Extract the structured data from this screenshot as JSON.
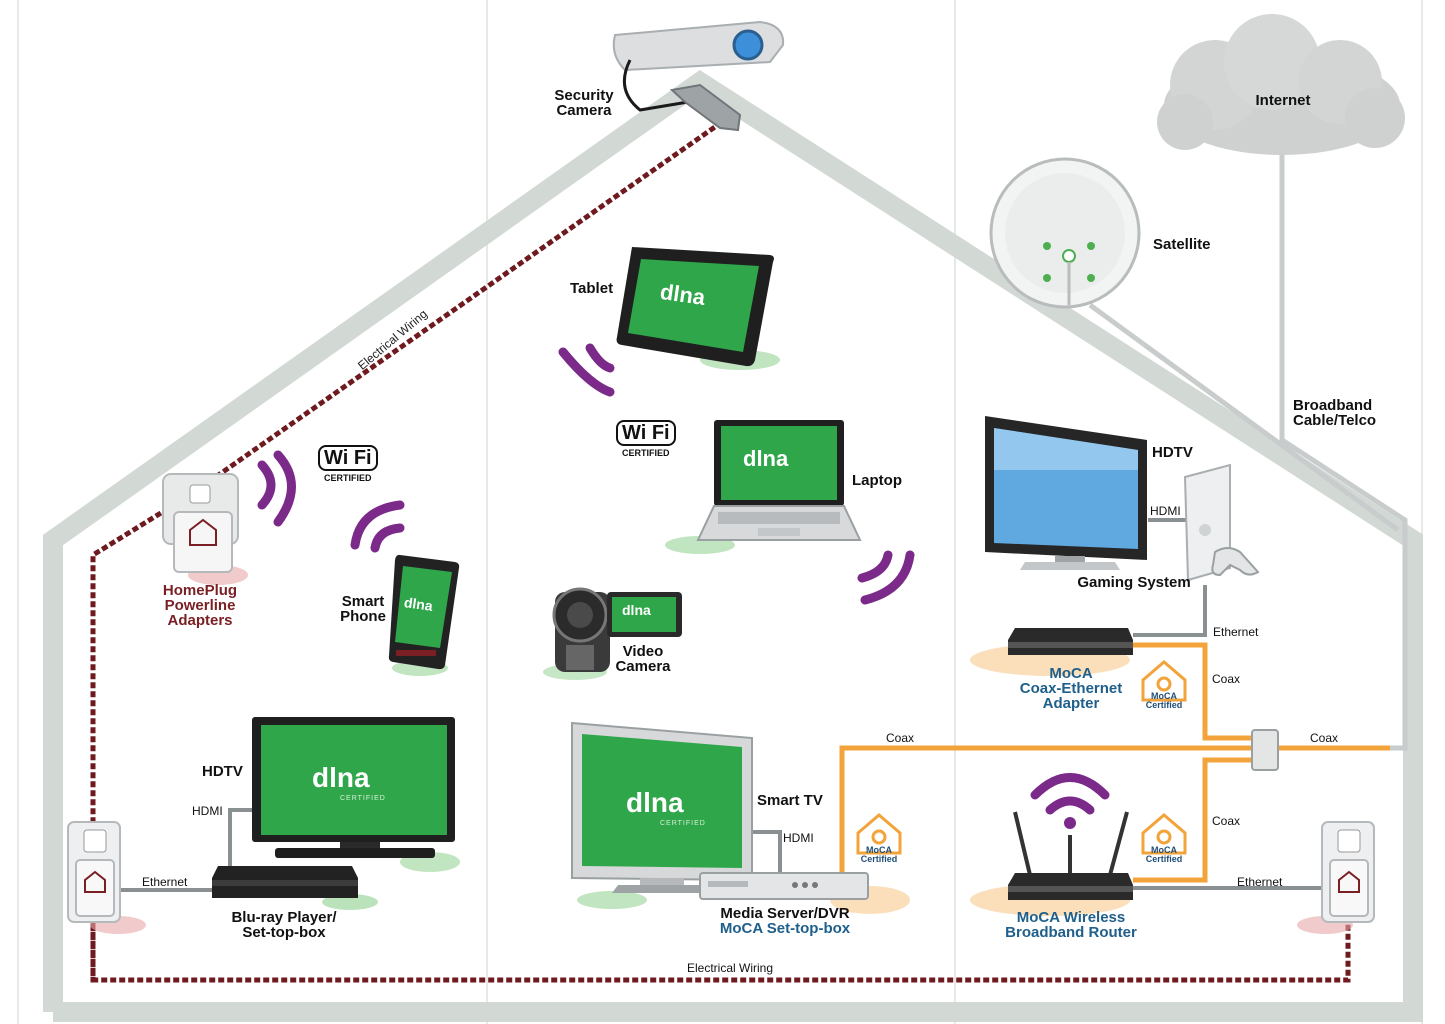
{
  "labels": {
    "security_camera": [
      "Security",
      "Camera"
    ],
    "internet": "Internet",
    "satellite": "Satellite",
    "tablet": "Tablet",
    "laptop": "Laptop",
    "video_camera": [
      "Video",
      "Camera"
    ],
    "smart_tv": "Smart TV",
    "media_server": "Media Server/DVR",
    "moca_settop": "MoCA Set-top-box",
    "hdtv_right": "HDTV",
    "gaming_system": "Gaming System",
    "hdtv_left": "HDTV",
    "bluray": [
      "Blu-ray Player/",
      "Set-top-box"
    ],
    "homeplug": [
      "HomePlug",
      "Powerline",
      "Adapters"
    ],
    "smart_phone": [
      "Smart",
      "Phone"
    ],
    "moca_adapter": [
      "MoCA",
      "Coax-Ethernet",
      "Adapter"
    ],
    "moca_router": [
      "MoCA Wireless",
      "Broadband Router"
    ],
    "broadband": [
      "Broadband",
      "Cable/Telco"
    ],
    "electrical_wiring_diag": "Electrical Wiring",
    "electrical_wiring_bottom": "Electrical Wiring",
    "hdmi_1": "HDMI",
    "hdmi_2": "HDMI",
    "hdmi_3": "HDMI",
    "ethernet_1": "Ethernet",
    "ethernet_2": "Ethernet",
    "ethernet_3": "Ethernet",
    "coax_1": "Coax",
    "coax_2": "Coax",
    "coax_3": "Coax",
    "coax_4": "Coax"
  },
  "logos": {
    "dlna": "dlna",
    "dlna_sub": "CERTIFIED",
    "wifi_wi": "Wi",
    "wifi_fi": "Fi",
    "wifi_cert": "CERTIFIED",
    "moca_word": "MoCA",
    "moca_cert": "Certified"
  },
  "colors": {
    "house_outline": "#d2d8d4",
    "electrical": "#6e1a1f",
    "coax": "#f2a33a",
    "wifi_arcs": "#7b2a8a",
    "dlna_green": "#2fa64a",
    "broadband_line": "#c8cccc"
  },
  "icons": [
    "security-camera-icon",
    "cloud-icon",
    "satellite-dish-icon",
    "tablet-icon",
    "laptop-icon",
    "video-camera-icon",
    "smart-tv-icon",
    "hdtv-icon",
    "gaming-console-icon",
    "bluray-player-icon",
    "smartphone-icon",
    "powerline-adapter-icon",
    "router-icon",
    "wifi-signal-icon",
    "splitter-icon",
    "outlet-icon"
  ]
}
